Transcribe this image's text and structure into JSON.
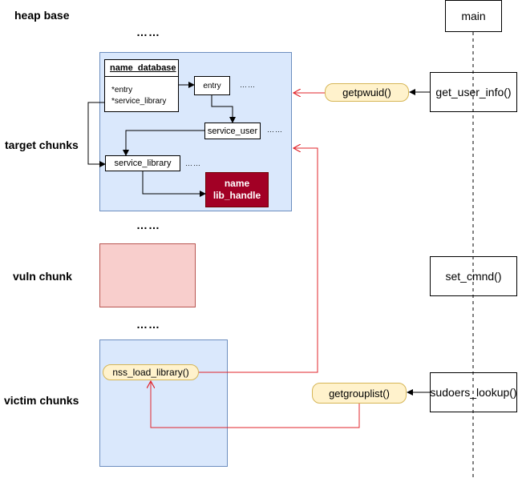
{
  "labels": {
    "heap_base": "heap base",
    "target_chunks": "target chunks",
    "vuln_chunk": "vuln chunk",
    "victim_chunks": "victim chunks"
  },
  "ellipsis": "……",
  "small_ellipsis": "……",
  "name_database": {
    "title": "name_database",
    "fields": [
      "*entry",
      "*service_library"
    ]
  },
  "nodes": {
    "entry": "entry",
    "service_user": "service_user",
    "service_library": "service_library",
    "lib_handle_line1": "name",
    "lib_handle_line2": "lib_handle",
    "nss_load_library": "nss_load_library()"
  },
  "callers": {
    "getpwuid": "getpwuid()",
    "getgrouplist": "getgrouplist()"
  },
  "timeline": {
    "main": "main",
    "get_user_info": "get_user_info()",
    "set_cmnd": "set_cmnd()",
    "sudoers_lookup": "sudoers_lookup()"
  },
  "colors": {
    "blue_fill": "#dae8fc",
    "blue_stroke": "#6c8ebf",
    "red_fill": "#f8cecc",
    "red_stroke": "#b85450",
    "pill_fill": "#fff2cc",
    "pill_stroke": "#d6b656",
    "dark_red": "#a20025",
    "arrow_red": "#e0242b"
  }
}
